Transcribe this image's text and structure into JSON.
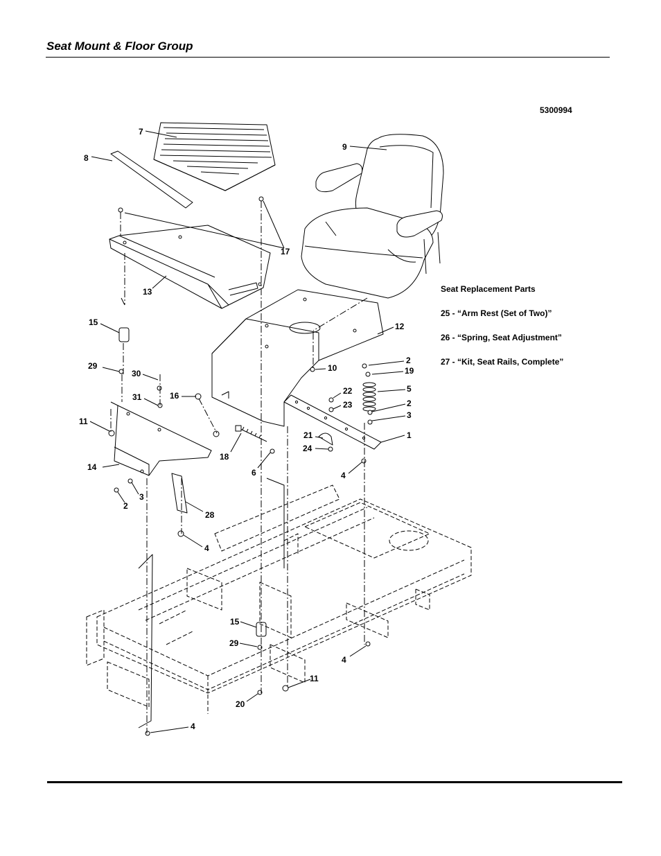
{
  "header": {
    "title": "Seat Mount & Floor Group"
  },
  "drawing_number": "5300994",
  "replacement_parts": {
    "heading": "Seat Replacement  Parts",
    "items": [
      "25 - “Arm Rest (Set of Two)”",
      "26 - “Spring, Seat Adjustment”",
      "27 - “Kit, Seat Rails, Complete”"
    ]
  },
  "callouts": [
    {
      "label": "7"
    },
    {
      "label": "8"
    },
    {
      "label": "9"
    },
    {
      "label": "17"
    },
    {
      "label": "13"
    },
    {
      "label": "12"
    },
    {
      "label": "15"
    },
    {
      "label": "29"
    },
    {
      "label": "30"
    },
    {
      "label": "10"
    },
    {
      "label": "2"
    },
    {
      "label": "19"
    },
    {
      "label": "22"
    },
    {
      "label": "5"
    },
    {
      "label": "31"
    },
    {
      "label": "16"
    },
    {
      "label": "23"
    },
    {
      "label": "2"
    },
    {
      "label": "3"
    },
    {
      "label": "11"
    },
    {
      "label": "1"
    },
    {
      "label": "21"
    },
    {
      "label": "24"
    },
    {
      "label": "18"
    },
    {
      "label": "6"
    },
    {
      "label": "14"
    },
    {
      "label": "4"
    },
    {
      "label": "3"
    },
    {
      "label": "2"
    },
    {
      "label": "28"
    },
    {
      "label": "4"
    },
    {
      "label": "15"
    },
    {
      "label": "29"
    },
    {
      "label": "4"
    },
    {
      "label": "11"
    },
    {
      "label": "20"
    },
    {
      "label": "4"
    }
  ]
}
